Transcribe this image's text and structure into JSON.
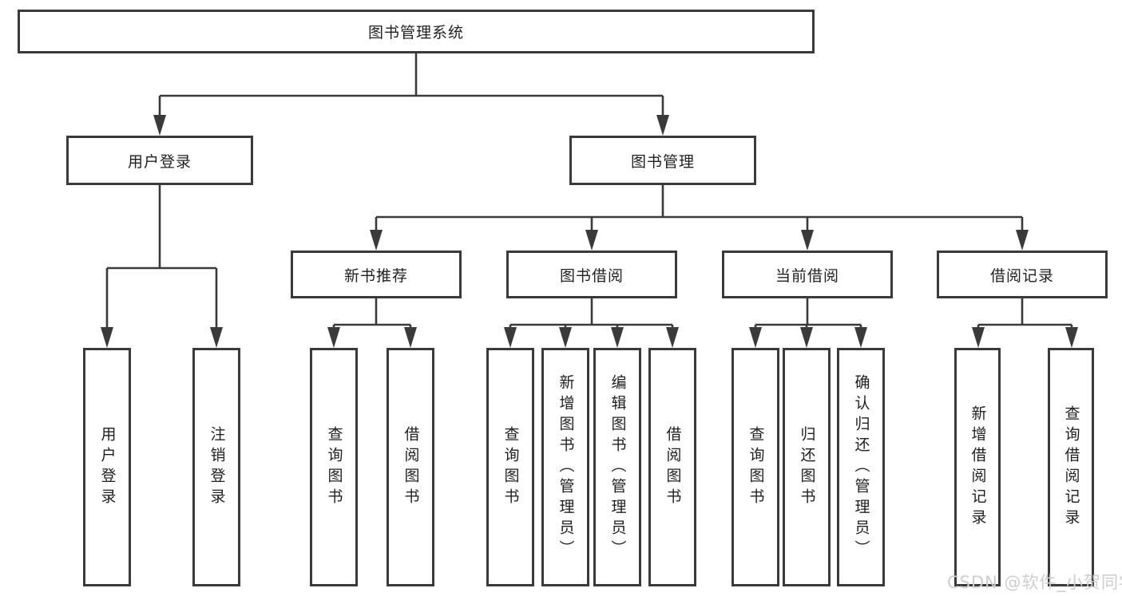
{
  "diagram": {
    "title": "图书管理系统",
    "branches": [
      {
        "label": "用户登录",
        "children": [
          {
            "label": "用户登录"
          },
          {
            "label": "注销登录"
          }
        ]
      },
      {
        "label": "图书管理",
        "children": [
          {
            "label": "新书推荐",
            "children": [
              {
                "label": "查询图书"
              },
              {
                "label": "借阅图书"
              }
            ]
          },
          {
            "label": "图书借阅",
            "children": [
              {
                "label": "查询图书"
              },
              {
                "label": "新增图书（管理员）"
              },
              {
                "label": "编辑图书（管理员）"
              },
              {
                "label": "借阅图书"
              }
            ]
          },
          {
            "label": "当前借阅",
            "children": [
              {
                "label": "查询图书"
              },
              {
                "label": "归还图书"
              },
              {
                "label": "确认归还（管理员）"
              }
            ]
          },
          {
            "label": "借阅记录",
            "children": [
              {
                "label": "新增借阅记录"
              },
              {
                "label": "查询借阅记录"
              }
            ]
          }
        ]
      }
    ]
  },
  "watermark": {
    "text": "CSDN @软件_小贺同学",
    "color": "#cdcdcd"
  },
  "colors": {
    "line": "#3a3a3a",
    "box_border": "#3a3a3a",
    "text": "#1f1f1f",
    "background": "#ffffff"
  }
}
